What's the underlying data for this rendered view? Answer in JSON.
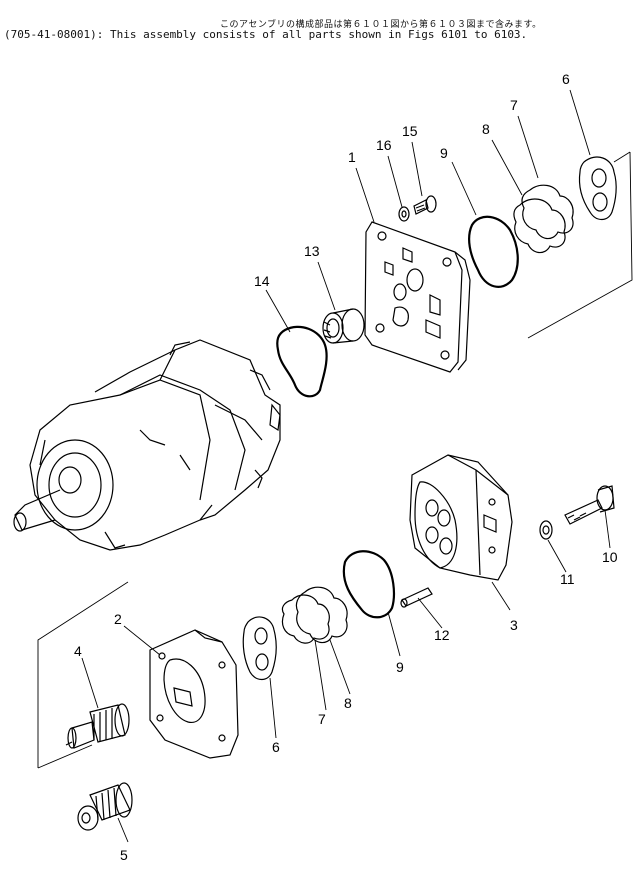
{
  "header": {
    "japanese_note": "このアセンブリの構成部品は第６１０１図から第６１０３図まで含みます。",
    "english_note": "(705-41-08001): This assembly consists of all parts shown in Figs 6101 to 6103."
  },
  "callouts": {
    "c1": "1",
    "c2": "2",
    "c3": "3",
    "c4": "4",
    "c5": "5",
    "c6_top": "6",
    "c6_bottom": "6",
    "c7_top": "7",
    "c7_bottom": "7",
    "c8_top": "8",
    "c8_bottom": "8",
    "c9_top": "9",
    "c9_bottom": "9",
    "c10": "10",
    "c11": "11",
    "c12": "12",
    "c13": "13",
    "c14": "14",
    "c15": "15",
    "c16": "16"
  }
}
